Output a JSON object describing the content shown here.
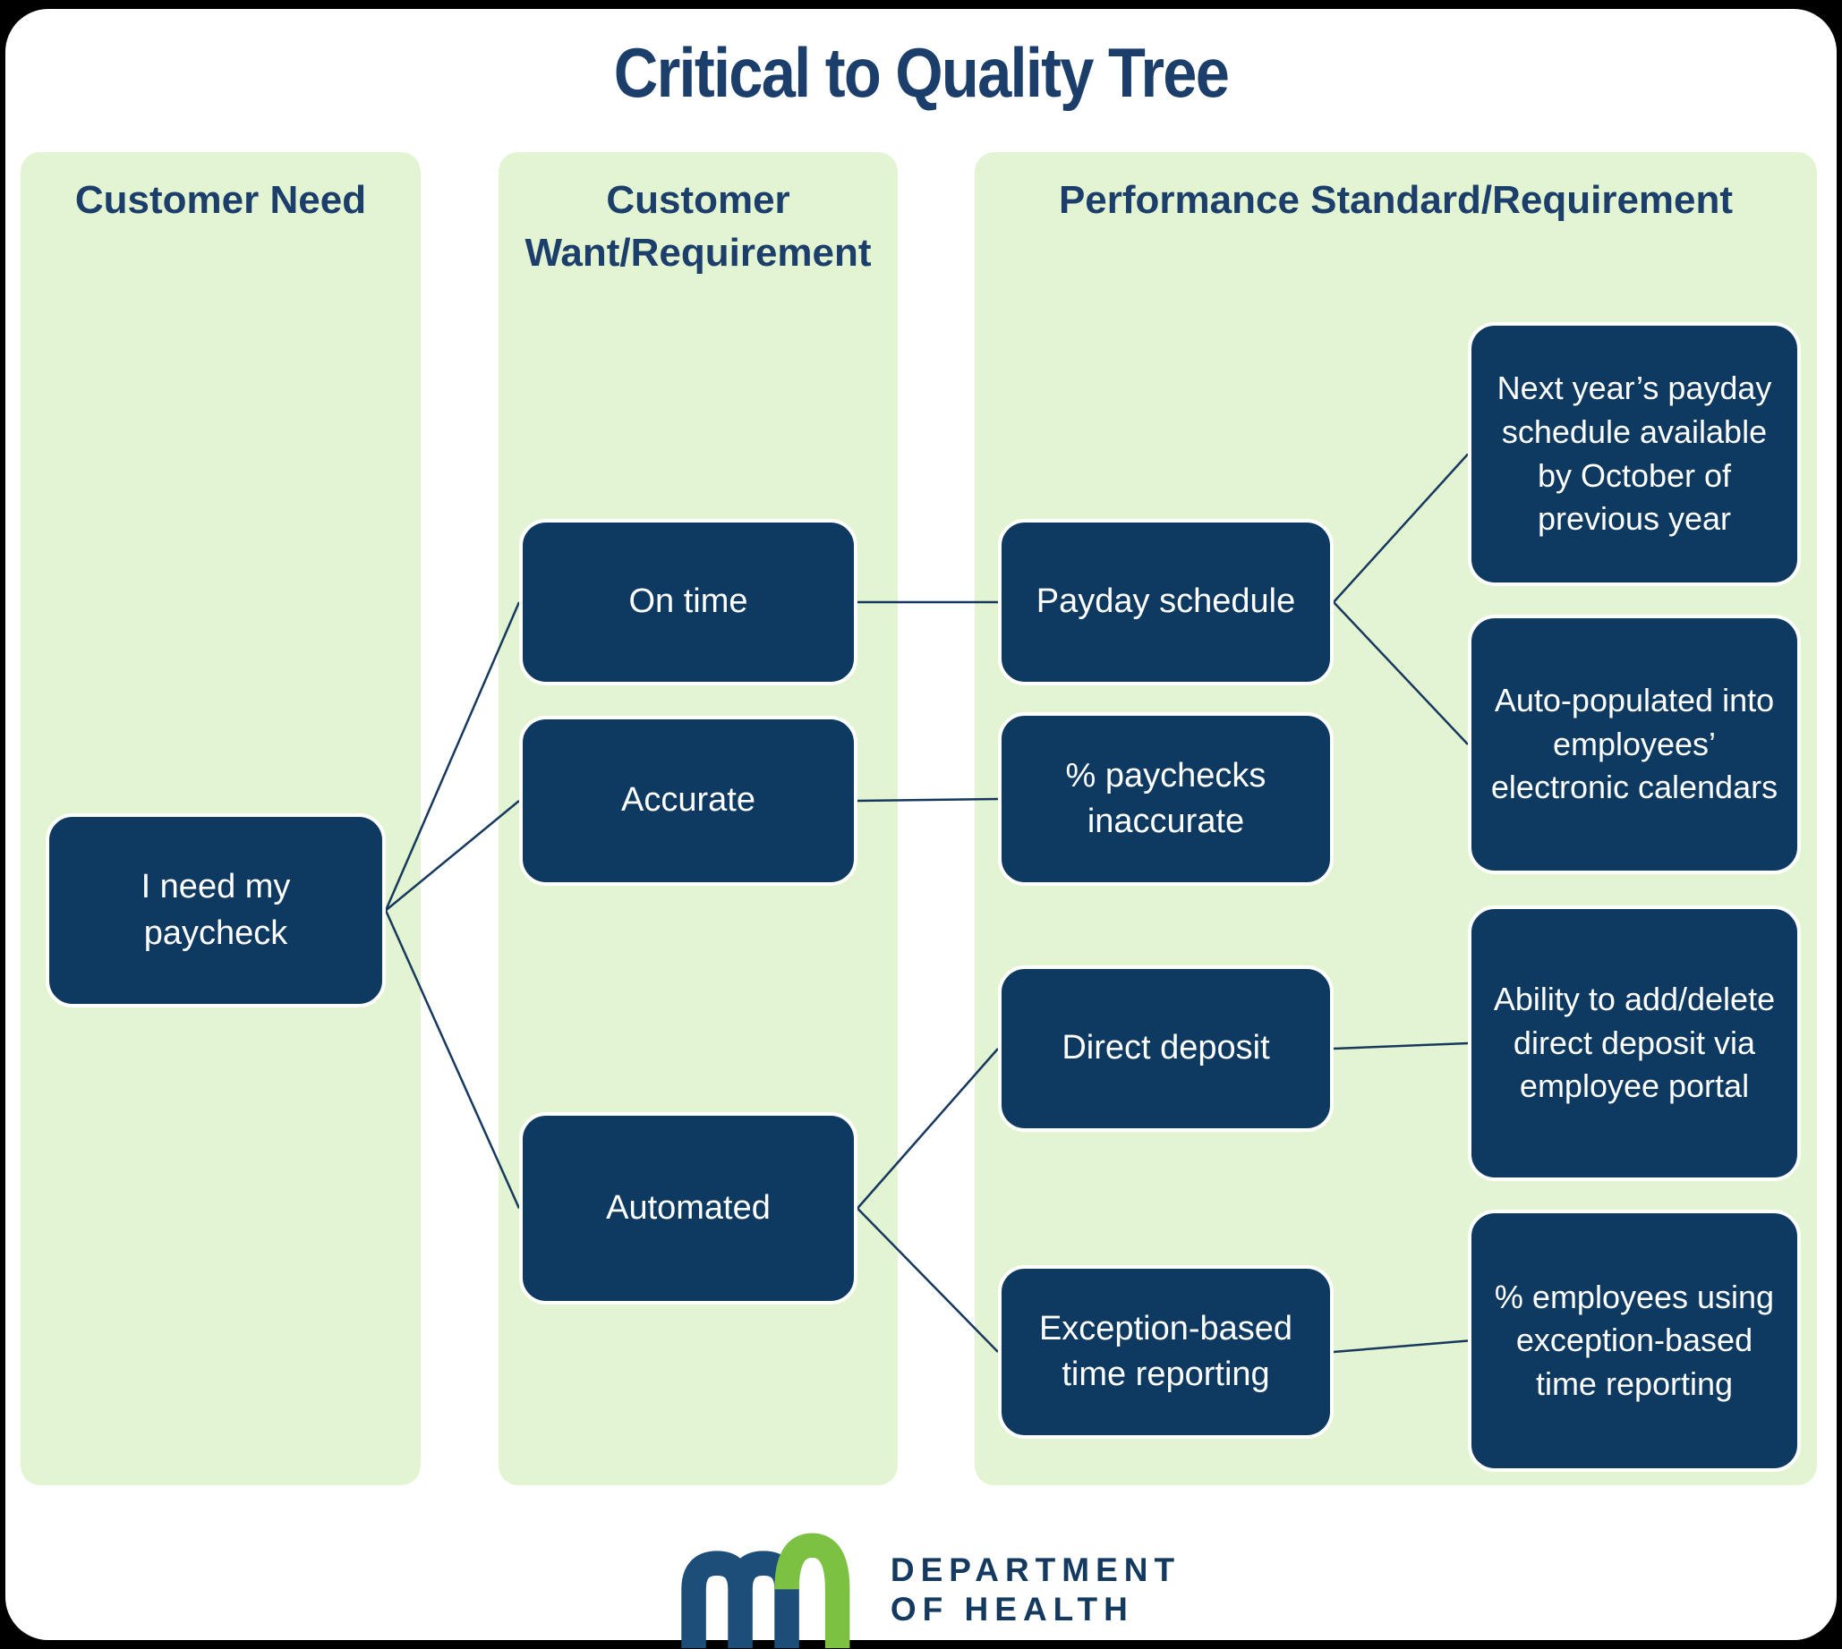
{
  "title": "Critical to Quality Tree",
  "columns": {
    "col1": {
      "header": "Customer Need"
    },
    "col2": {
      "header_line1": "Customer",
      "header_line2": "Want/Requirement"
    },
    "col3": {
      "header": "Performance Standard/Requirement"
    }
  },
  "nodes": {
    "need": {
      "label": "I need my paycheck"
    },
    "on_time": {
      "label": "On time"
    },
    "accurate": {
      "label": "Accurate"
    },
    "automated": {
      "label": "Automated"
    },
    "payday": {
      "label": "Payday schedule"
    },
    "pct_pay": {
      "label": "% paychecks inaccurate"
    },
    "direct": {
      "label": "Direct deposit"
    },
    "except": {
      "label": "Exception-based time reporting"
    },
    "r1": {
      "label": "Next year’s payday schedule available by October of previous year"
    },
    "r2": {
      "label": "Auto-populated into employees’ electronic calendars"
    },
    "r3": {
      "label": "Ability to add/delete direct deposit via employee portal"
    },
    "r4": {
      "label": "% employees using exception-based time reporting"
    }
  },
  "connections": [
    {
      "from": "need",
      "to": "on_time"
    },
    {
      "from": "need",
      "to": "accurate"
    },
    {
      "from": "need",
      "to": "automated"
    },
    {
      "from": "on_time",
      "to": "payday"
    },
    {
      "from": "accurate",
      "to": "pct_pay"
    },
    {
      "from": "payday",
      "to": "r1"
    },
    {
      "from": "payday",
      "to": "r2"
    },
    {
      "from": "automated",
      "to": "direct"
    },
    {
      "from": "automated",
      "to": "except"
    },
    {
      "from": "direct",
      "to": "r3"
    },
    {
      "from": "except",
      "to": "r4"
    }
  ],
  "logo": {
    "mark_name": "mn-state-logo",
    "line1": "DEPARTMENT",
    "line2": "OF HEALTH"
  },
  "colors": {
    "background": "#000000",
    "card": "#ffffff",
    "panel_green": "#e3f4d3",
    "node_navy": "#0e3a61",
    "heading_navy": "#1c3e6b",
    "connector_navy": "#17395f",
    "logo_blue": "#1d4e7a",
    "logo_green": "#7cc142",
    "logo_text_navy": "#143a5f"
  }
}
